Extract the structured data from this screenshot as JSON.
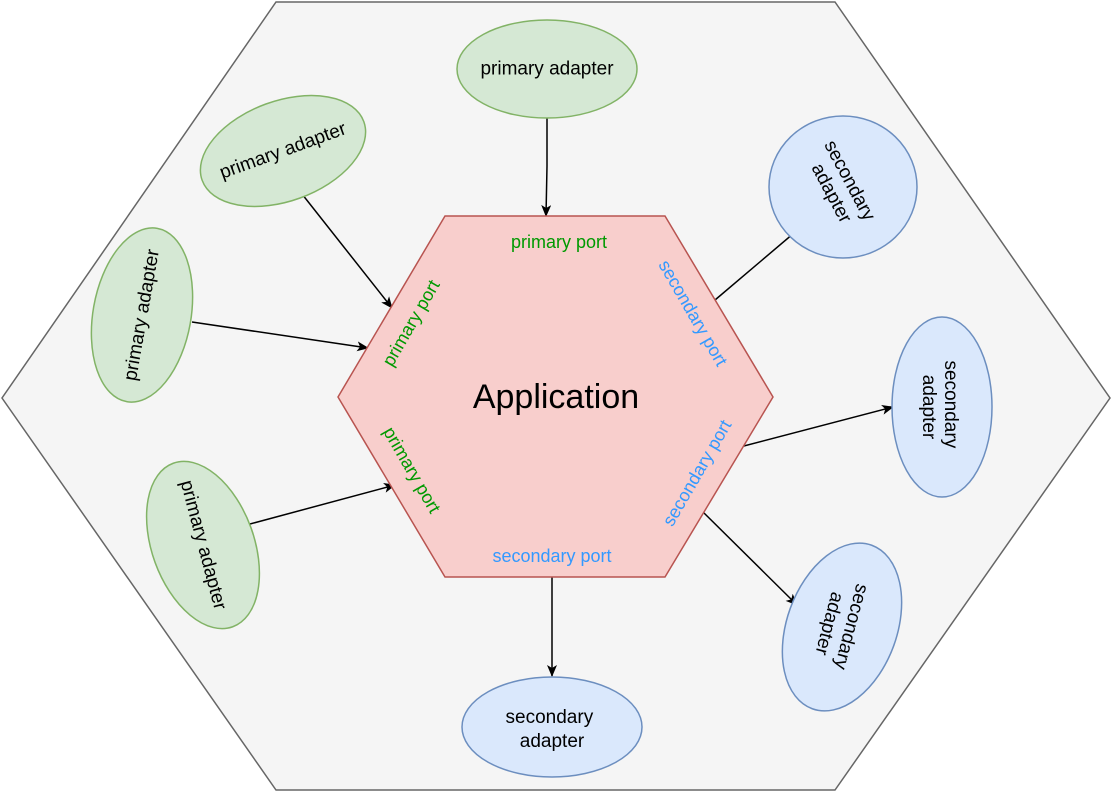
{
  "colors": {
    "outer_fill": "#f5f5f5",
    "outer_stroke": "#666666",
    "app_fill": "#f8cecc",
    "app_stroke": "#b85450",
    "primary_fill": "#d5e8d4",
    "primary_stroke": "#82b366",
    "secondary_fill": "#dae8fc",
    "secondary_stroke": "#6c8ebf",
    "primary_port_text": "#009900",
    "secondary_port_text": "#3399ff",
    "text": "#000000",
    "arrow": "#000000"
  },
  "application": {
    "label": "Application"
  },
  "ports": {
    "primary": [
      {
        "label": "primary port"
      },
      {
        "label": "primary port"
      },
      {
        "label": "primary port"
      }
    ],
    "secondary": [
      {
        "label": "secondary port"
      },
      {
        "label": "secondary port"
      },
      {
        "label": "secondary port"
      }
    ]
  },
  "primary_adapters": [
    {
      "lines": [
        "primary adapter"
      ]
    },
    {
      "lines": [
        "primary adapter"
      ]
    },
    {
      "lines": [
        "primary adapter"
      ]
    },
    {
      "lines": [
        "primary adapter"
      ]
    }
  ],
  "secondary_adapters": [
    {
      "lines": [
        "secondary",
        "adapter"
      ]
    },
    {
      "lines": [
        "secondary",
        "adapter"
      ]
    },
    {
      "lines": [
        "secondary",
        "adapter"
      ]
    },
    {
      "lines": [
        "secondary",
        "adapter"
      ]
    }
  ]
}
